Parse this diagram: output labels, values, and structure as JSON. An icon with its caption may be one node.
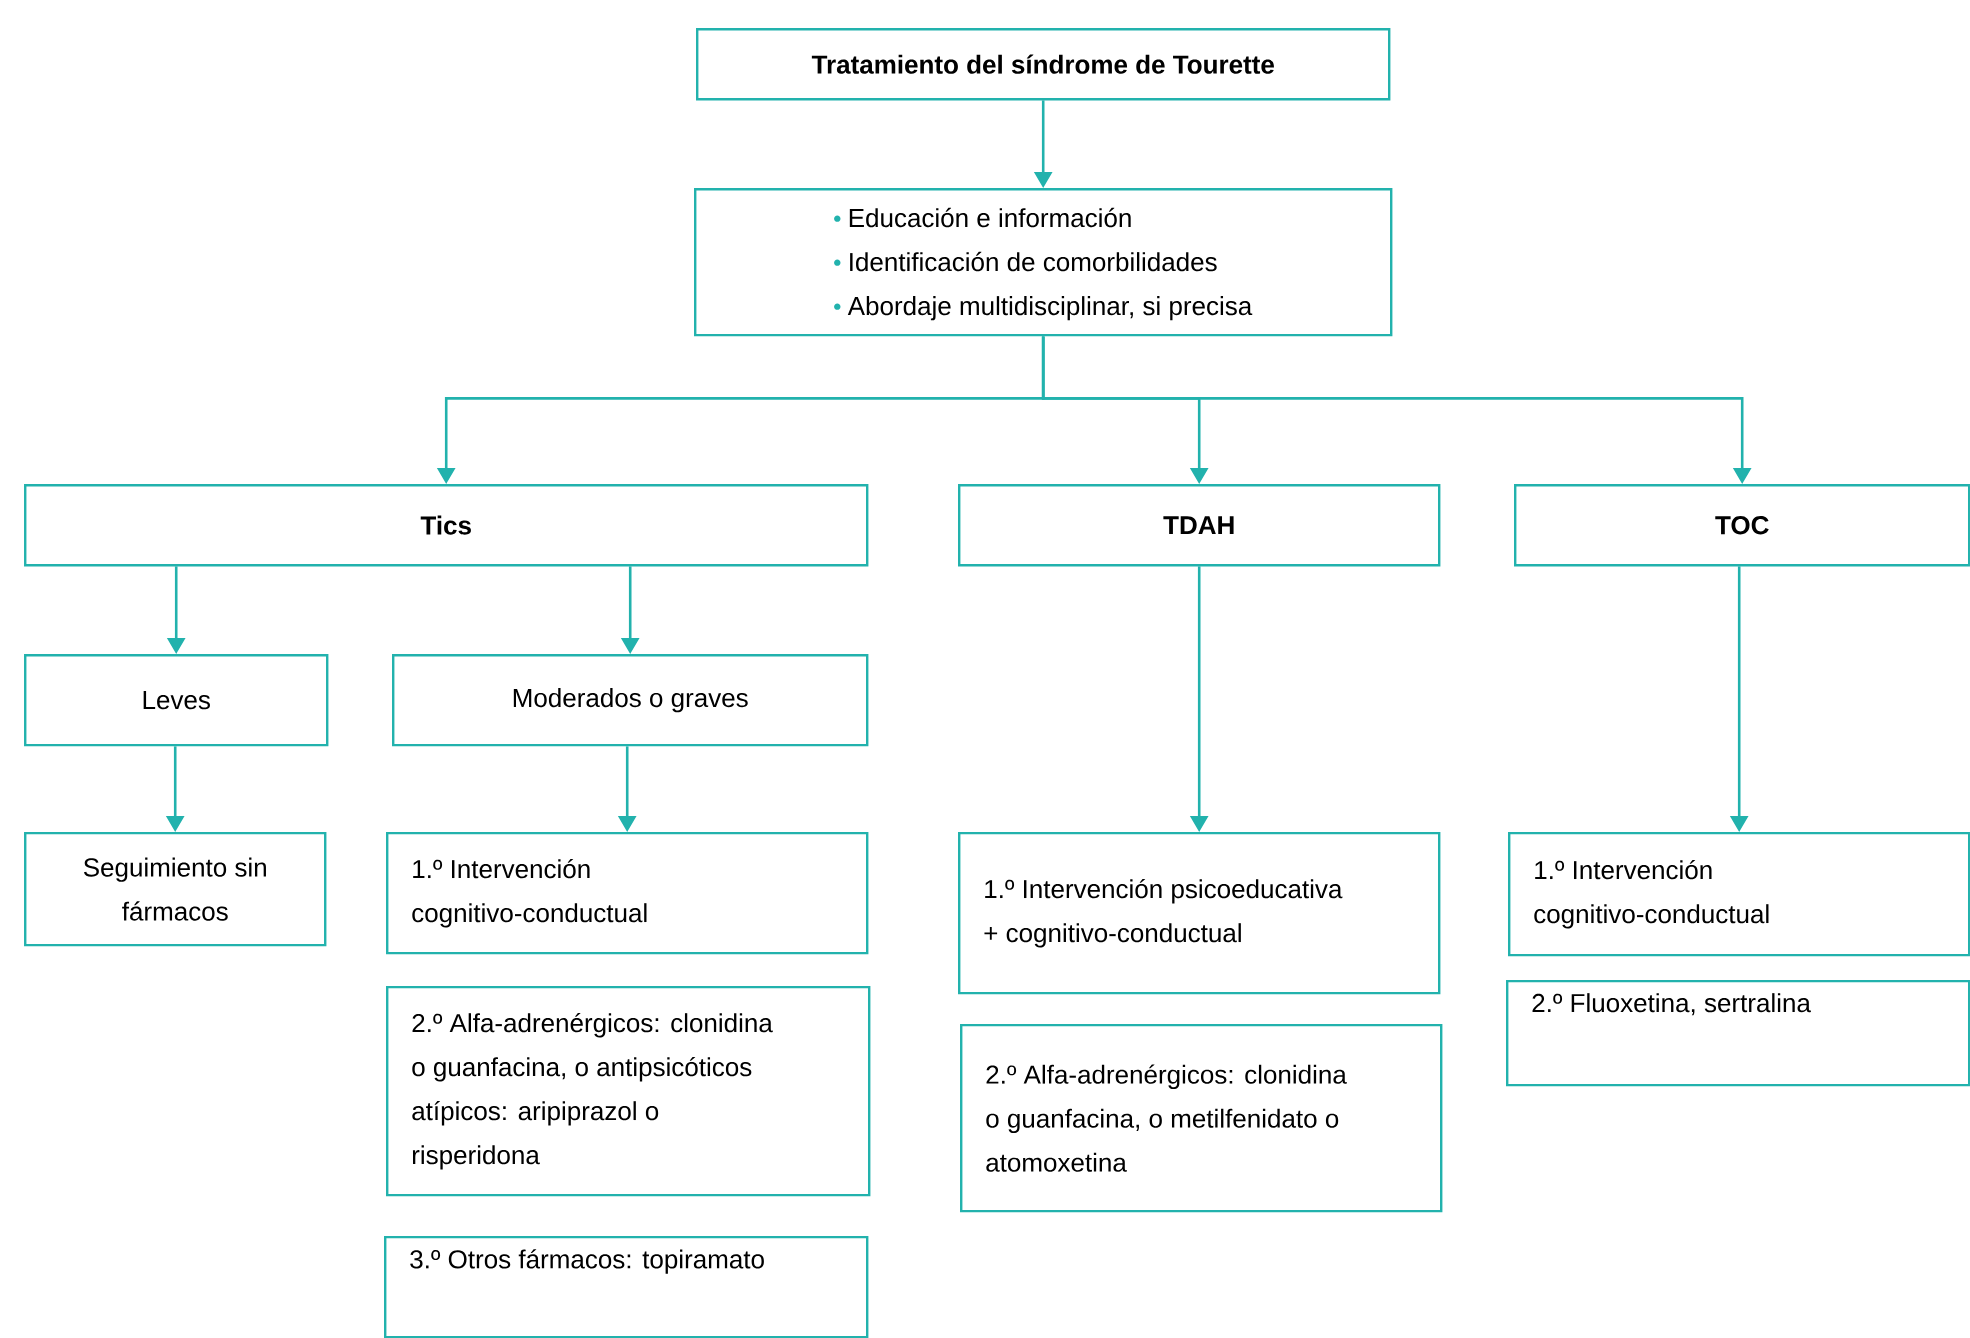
{
  "diagram": {
    "nodes": [
      {
        "text": [
          "Tratamiento del síndrome de Tourette"
        ]
      },
      {
        "text": [
          "Educación e información",
          "Identificación de comorbilidades",
          "Abordaje multidisciplinar, si precisa"
        ]
      },
      {
        "text": [
          "Tics"
        ]
      },
      {
        "text": [
          "TDAH"
        ]
      },
      {
        "text": [
          "TOC"
        ]
      },
      {
        "text": [
          "Leves"
        ]
      },
      {
        "text": [
          "Moderados o graves"
        ]
      },
      {
        "text": [
          "Seguimiento sin fármacos"
        ]
      },
      {
        "text": [
          "1.º Intervención cognitivo-conductual"
        ]
      },
      {
        "text": [
          "2.º Alfa-adrenérgicos: clonidina o guanfacina, o antipsicóticos atípicos: aripiprazol o risperidona"
        ]
      },
      {
        "text": [
          "3.º Otros fármacos: topiramato"
        ]
      },
      {
        "text": [
          "1.º Intervención psicoeducativa + cognitivo-conductual"
        ]
      },
      {
        "text": [
          "2.º Alfa-adrenérgicos: clonidina o guanfacina, o metilfenidato o atomoxetina"
        ]
      },
      {
        "text": [
          "1.º Intervención cognitivo-conductual"
        ]
      },
      {
        "text": [
          "2.º Fluoxetina, sertralina"
        ]
      }
    ],
    "edges": [
      {
        "from": 0,
        "to": 1,
        "arrow": "to"
      },
      {
        "from": 1,
        "to": 2,
        "arrow": "to"
      },
      {
        "from": 1,
        "to": 3,
        "arrow": "to"
      },
      {
        "from": 1,
        "to": 4,
        "arrow": "to"
      },
      {
        "from": 2,
        "to": 5,
        "arrow": "to"
      },
      {
        "from": 2,
        "to": 6,
        "arrow": "to"
      },
      {
        "from": 5,
        "to": 7,
        "arrow": "to"
      },
      {
        "from": 6,
        "to": 8,
        "arrow": "to"
      },
      {
        "from": 3,
        "to": 11,
        "arrow": "to"
      },
      {
        "from": 4,
        "to": 13,
        "arrow": "to"
      }
    ]
  }
}
